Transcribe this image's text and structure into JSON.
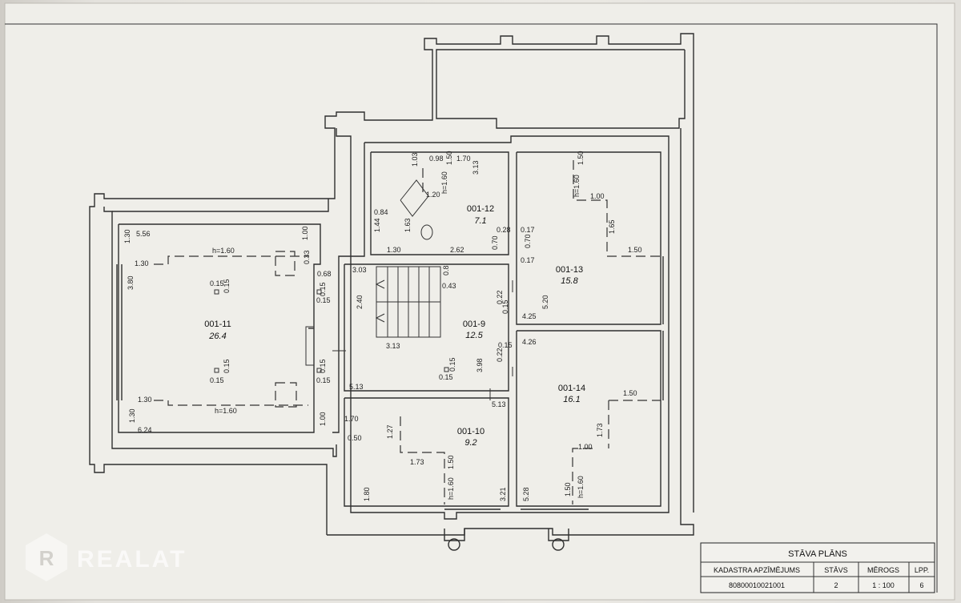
{
  "rooms": [
    {
      "id": "001-11",
      "area": "26.4"
    },
    {
      "id": "001-12",
      "area": "7.1"
    },
    {
      "id": "001-13",
      "area": "15.8"
    },
    {
      "id": "001-9",
      "area": "12.5"
    },
    {
      "id": "001-14",
      "area": "16.1"
    },
    {
      "id": "001-10",
      "area": "9.2"
    }
  ],
  "dims": {
    "r11_left_130": "1.30",
    "r11_556": "5.56",
    "r11_100_top": "1.00",
    "r11_h160_top": "h=1.60",
    "r11_130_a": "1.30",
    "r11_380": "3.80",
    "r11_068": "0.68",
    "r11_033": "0.33",
    "r11_015_a": "0.15",
    "r11_015_b": "0.15",
    "r11_015_c": "0.15",
    "r11_015_d": "0.15",
    "r11_015_e": "0.15",
    "r11_015_f": "0.15",
    "r11_015_g": "0.15",
    "r11_015_h": "0.15",
    "r11_130_b": "1.30",
    "r11_h160_bot": "h=1.60",
    "r11_130_c": "1.30",
    "r11_624": "6.24",
    "r11_100_bot": "1.00",
    "r12_098": "0.98",
    "r12_170": "1.70",
    "r12_150": "1.50",
    "r12_313": "3.13",
    "r12_103": "1.03",
    "r12_h160": "h=1.60",
    "r12_120": "1.20",
    "r12_084": "0.84",
    "r12_144": "1.44",
    "r12_163": "1.63",
    "r12_130": "1.30",
    "r12_262": "2.62",
    "r12_028": "0.28",
    "r12_070": "0.70",
    "r13_150_top": "1.50",
    "r13_h160": "h=1.60",
    "r13_100": "1.00",
    "r13_165": "1.65",
    "r13_150": "1.50",
    "r13_017_a": "0.17",
    "r13_070": "0.70",
    "r13_017_b": "0.17",
    "r13_425": "4.25",
    "r13_520": "5.20",
    "r9_303": "3.03",
    "r9_08": "0.8",
    "r9_043": "0.43",
    "r9_240": "2.40",
    "r9_022": "0.22",
    "r9_015_a": "0.15",
    "r9_313": "3.13",
    "r9_015_b": "0.15",
    "r9_022_b": "0.22",
    "r9_398": "3.98",
    "r9_015_c": "0.15",
    "r9_015_d": "0.15",
    "r9_513_a": "5.13",
    "r9_513_b": "5.13",
    "r14_426": "4.26",
    "r14_150": "1.50",
    "r14_173": "1.73",
    "r14_100": "1.00",
    "r14_528": "5.28",
    "r14_150_b": "1.50",
    "r14_h160": "h=1.60",
    "r10_170": "1.70",
    "r10_127": "1.27",
    "r10_050": "0.50",
    "r10_173": "1.73",
    "r10_150": "1.50",
    "r10_h160": "h=1.60",
    "r10_180": "1.80",
    "r10_321": "3.21"
  },
  "title_block": {
    "title": "STĀVA PLĀNS",
    "col1_head": "KADASTRA APZĪMĒJUMS",
    "col2_head": "STĀVS",
    "col3_head": "MĒROGS",
    "col4_head": "LPP.",
    "col1_val": "80800010021001",
    "col2_val": "2",
    "col3_val": "1 : 100",
    "col4_val": "6"
  },
  "watermark": {
    "brand": "REALAT",
    "logo_letter": "R"
  }
}
